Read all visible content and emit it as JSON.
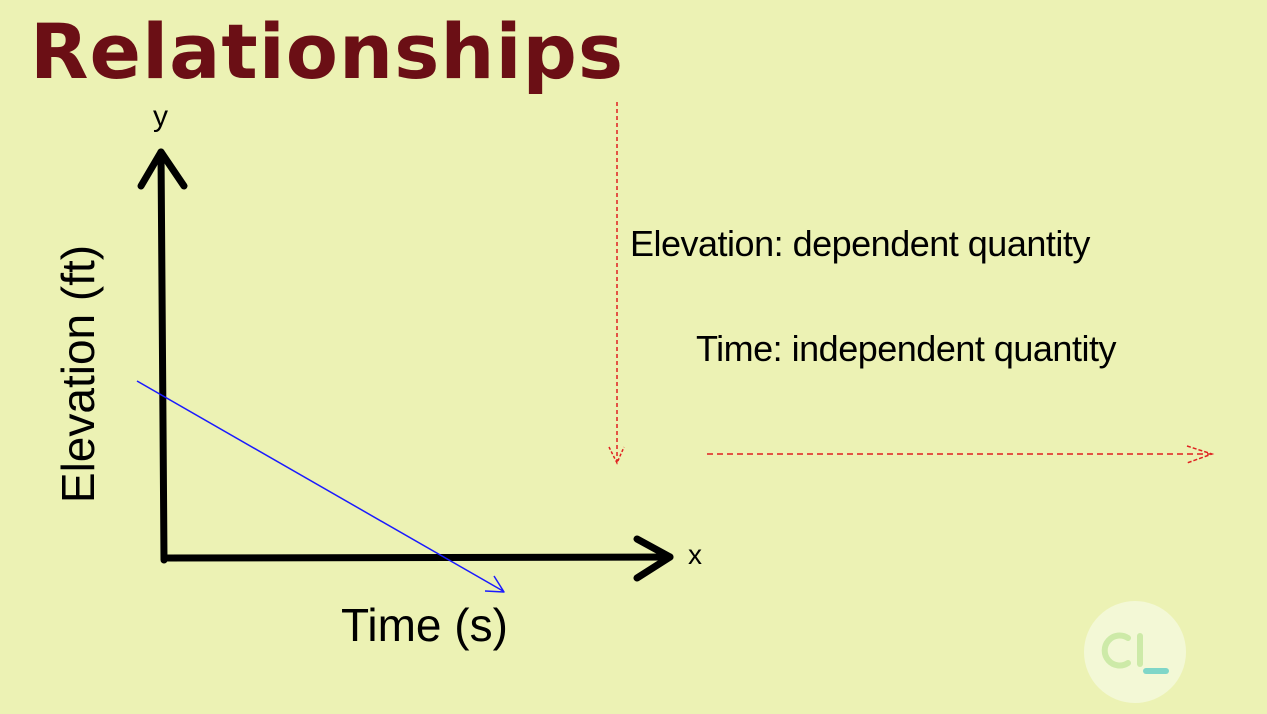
{
  "title": "Relationships",
  "axes": {
    "y_letter": "y",
    "x_letter": "x",
    "y_label": "Elevation (ft)",
    "x_label": "Time (s)"
  },
  "notes": {
    "dependent": "Elevation: dependent quantity",
    "independent": "Time:  independent quantity"
  },
  "colors": {
    "background": "#ecf2b4",
    "title": "#6b0f15",
    "axes": "#000000",
    "trend_line": "#1a1aff",
    "annotation_arrows": "#e02020",
    "logo": "#cdeaa8"
  },
  "logo": {
    "icon": "cl-logo-icon"
  }
}
